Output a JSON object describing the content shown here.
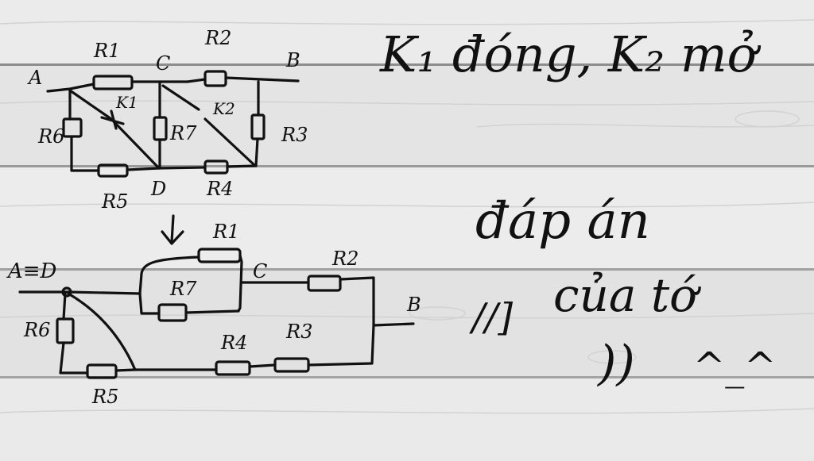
{
  "diagram": {
    "circuit_top": {
      "nodes": [
        "A",
        "C",
        "B",
        "D"
      ],
      "resistors": [
        "R1",
        "R2",
        "R3",
        "R4",
        "R5",
        "R6",
        "R7"
      ],
      "switches": [
        "K1",
        "K2"
      ]
    },
    "circuit_bottom": {
      "node_label": "A≡D",
      "nodes": [
        "C",
        "B"
      ],
      "resistors": [
        "R1",
        "R7",
        "R2",
        "R6",
        "R5",
        "R4",
        "R3"
      ]
    },
    "notes": {
      "line1": "K₁ đóng, K₂ mở",
      "line2": "đáp án",
      "line3": "của tớ",
      "smile": "^_^",
      "bracket": "//]",
      "parens": "))"
    }
  },
  "colors": {
    "ink": "#111111",
    "wood": "#e6e6e6",
    "gap": "#9a9a9a"
  }
}
